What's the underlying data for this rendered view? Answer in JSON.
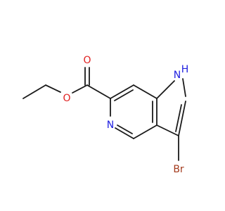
{
  "colors": {
    "background": "#ffffff",
    "bond": "#1a1a1a",
    "oxygen": "#e02020",
    "nitrogen": "#2020e0",
    "bromine": "#a33a1c"
  },
  "atoms": {
    "O_carbonyl": "O",
    "O_ester": "O",
    "N_pyridine": "N",
    "NH": "H",
    "N_pyrrole": "N",
    "Br": "Br"
  }
}
